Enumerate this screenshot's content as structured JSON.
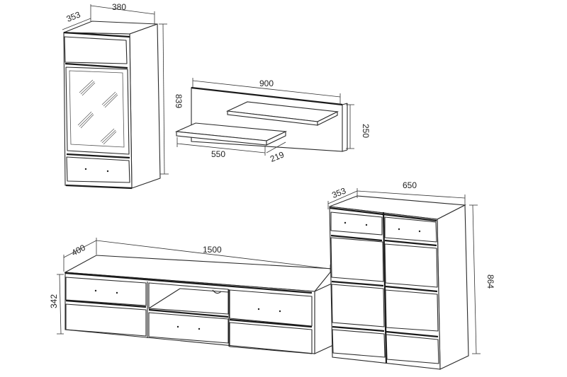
{
  "diagram": {
    "type": "furniture-dimension-drawing",
    "units": "mm",
    "line_color": "#2a2a2a",
    "background": "#ffffff"
  },
  "wall_cabinet": {
    "depth": "353",
    "width": "380",
    "height": "839",
    "features": [
      "top-drawer-panel",
      "glass-door",
      "bottom-drawer"
    ]
  },
  "wall_shelf": {
    "panel_width": "900",
    "panel_height": "250",
    "shelf_length": "550",
    "shelf_depth": "219",
    "shelf_count": 2
  },
  "tv_stand": {
    "depth": "400",
    "width": "1500",
    "height": "342",
    "features": [
      "left-drawer-top",
      "left-drawer-bottom",
      "open-niche",
      "center-drawer",
      "right-drawer-top",
      "right-drawer-bottom"
    ]
  },
  "chest_of_drawers": {
    "depth": "353",
    "width": "650",
    "height": "864",
    "features": [
      "two-top-drawers",
      "two-tall-doors-top",
      "two-tall-doors-middle",
      "two-bottom-drawers"
    ]
  }
}
